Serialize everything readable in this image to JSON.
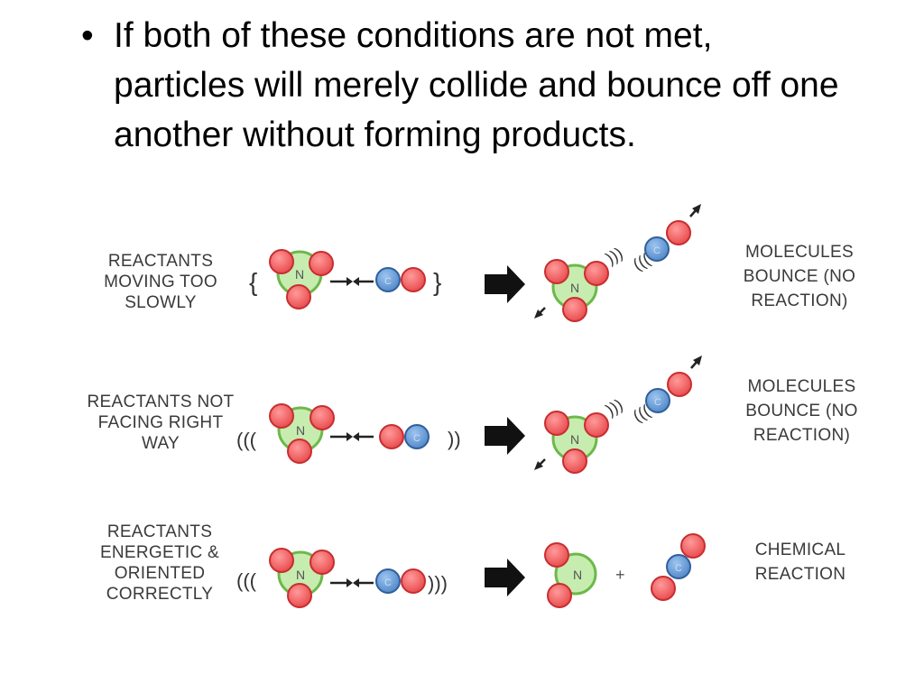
{
  "bullet": {
    "symbol": "•",
    "text": "If both of these conditions are not met, particles will merely collide and bounce off one another without forming products."
  },
  "atoms": {
    "nitrogen_symbol": "N",
    "carbon_symbol": "C"
  },
  "rows": [
    {
      "condition": "REACTANTS MOVING TOO SLOWLY",
      "outcome": "MOLECULES BOUNCE (NO REACTION)"
    },
    {
      "condition": "REACTANTS NOT FACING RIGHT WAY",
      "outcome": "MOLECULES BOUNCE (NO REACTION)"
    },
    {
      "condition": "REACTANTS ENERGETIC & ORIENTED CORRECTLY",
      "outcome": "CHEMICAL REACTION"
    }
  ],
  "colors": {
    "oxygen": "#e8474a",
    "carbon": "#4f86c6",
    "nitrogen": "#8fcf6a",
    "text": "#3a3a3a",
    "arrow": "#111111"
  }
}
